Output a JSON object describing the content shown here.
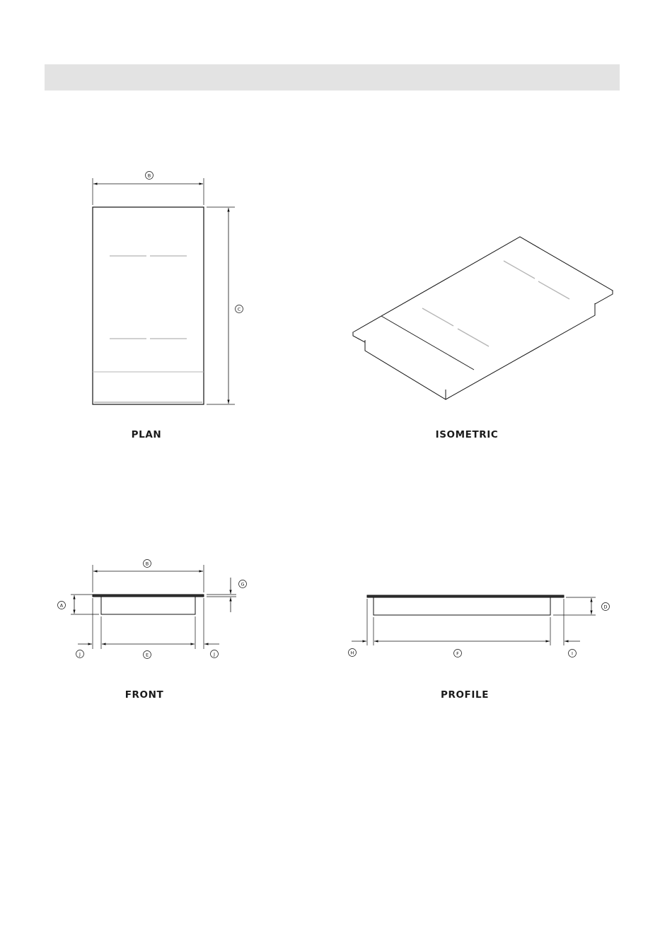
{
  "views": {
    "plan": "PLAN",
    "isometric": "ISOMETRIC",
    "front": "FRONT",
    "profile": "PROFILE"
  },
  "dimensions": {
    "plan_width": "B",
    "plan_depth": "C",
    "front_width": "B",
    "front_height": "A",
    "front_glass": "G",
    "front_left_offset": "J",
    "front_body": "E",
    "front_right_offset": "J",
    "profile_height": "D",
    "profile_left_offset": "H",
    "profile_body": "F",
    "profile_right_offset": "I"
  },
  "colors": {
    "header_bar": "#e3e3e3",
    "line": "#111111",
    "zone_line": "#b5b5b5"
  }
}
